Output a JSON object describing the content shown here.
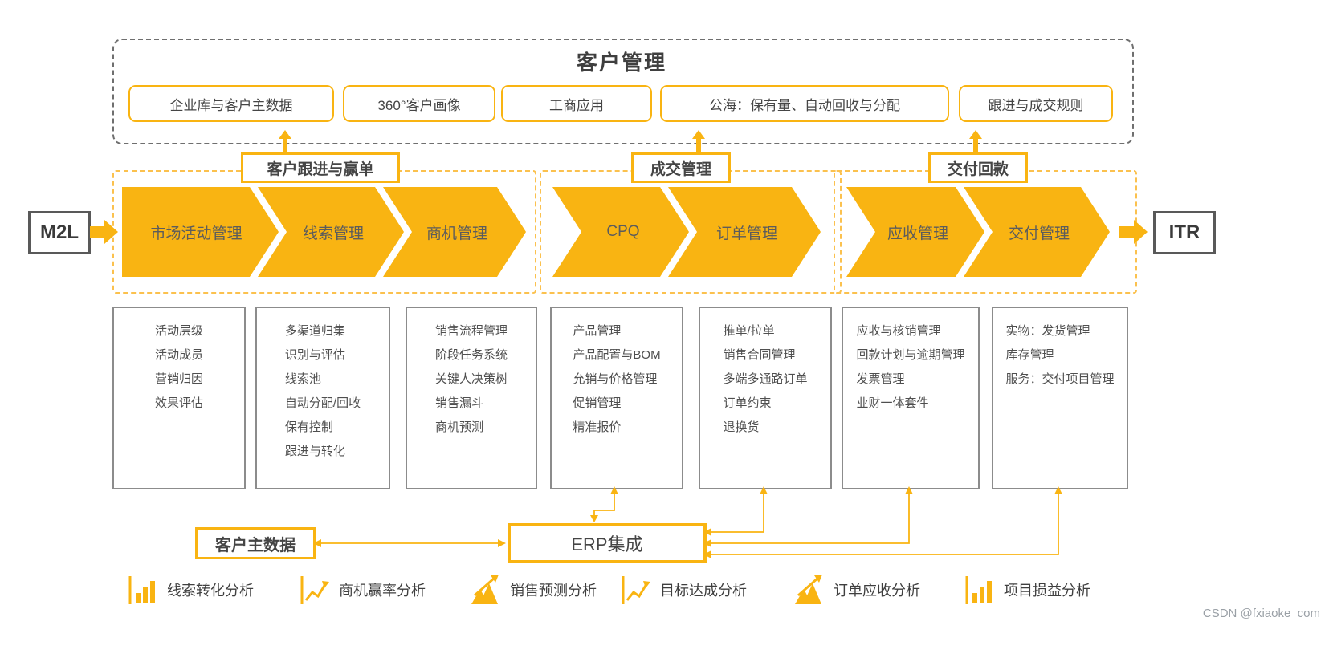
{
  "header": {
    "title": "客户管理",
    "modules": [
      "企业库与客户主数据",
      "360°客户画像",
      "工商应用",
      "公海：保有量、自动回收与分配",
      "跟进与成交规则"
    ]
  },
  "endpoints": {
    "left": "M2L",
    "right": "ITR"
  },
  "stages": [
    {
      "label": "客户跟进与赢单",
      "steps": [
        "市场活动管理",
        "线索管理",
        "商机管理"
      ]
    },
    {
      "label": "成交管理",
      "steps": [
        "CPQ",
        "订单管理"
      ]
    },
    {
      "label": "交付回款",
      "steps": [
        "应收管理",
        "交付管理"
      ]
    }
  ],
  "capabilities": [
    {
      "items": [
        "活动层级",
        "活动成员",
        "营销归因",
        "效果评估"
      ]
    },
    {
      "items": [
        "多渠道归集",
        "识别与评估",
        "线索池",
        "自动分配/回收",
        "保有控制",
        "跟进与转化"
      ]
    },
    {
      "items": [
        "销售流程管理",
        "阶段任务系统",
        "关键人决策树",
        "销售漏斗",
        "商机预测"
      ]
    },
    {
      "items": [
        "产品管理",
        "产品配置与BOM",
        "允销与价格管理",
        "促销管理",
        "精准报价"
      ]
    },
    {
      "items": [
        "推单/拉单",
        "销售合同管理",
        "多端多通路订单",
        "订单约束",
        "退换货"
      ]
    },
    {
      "items": [
        "应收与核销管理",
        "回款计划与逾期管理",
        "发票管理",
        "业财一体套件"
      ]
    },
    {
      "items": [
        "实物：发货管理",
        "库存管理",
        "服务：交付项目管理"
      ]
    }
  ],
  "integration": {
    "erp": "ERP集成",
    "master_data": "客户主数据"
  },
  "analytics": [
    {
      "icon": "bar-chart-icon",
      "label": "线索转化分析"
    },
    {
      "icon": "line-chart-icon",
      "label": "商机赢率分析"
    },
    {
      "icon": "mountain-chart-icon",
      "label": "销售预测分析"
    },
    {
      "icon": "line-chart-icon",
      "label": "目标达成分析"
    },
    {
      "icon": "mountain-chart-icon",
      "label": "订单应收分析"
    },
    {
      "icon": "bar-chart-icon",
      "label": "项目损益分析"
    }
  ],
  "colors": {
    "accent": "#F9B412",
    "accent_light": "#FBC14E",
    "box_border_gray": "#8C8C8C",
    "dark_border": "#595959",
    "text": "#4A4A4A"
  },
  "watermark": "CSDN @fxiaoke_com"
}
